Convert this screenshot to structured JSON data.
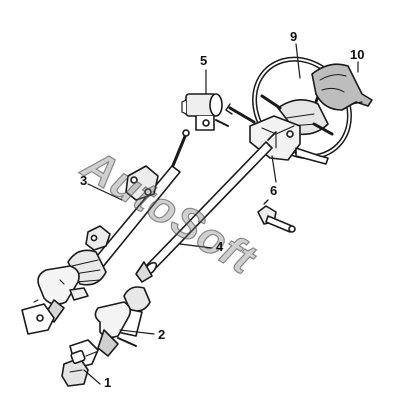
{
  "labels": {
    "p1": "1",
    "p2": "2",
    "p3": "3",
    "p4": "4",
    "p5": "5",
    "p6": "6",
    "p9": "9",
    "p10": "10"
  },
  "watermark": "AutoSoft",
  "colors": {
    "line": "#1a1a1a",
    "fill": "#ffffff",
    "shade": "#9a9a9a",
    "watermark": "#7a7a7a"
  }
}
